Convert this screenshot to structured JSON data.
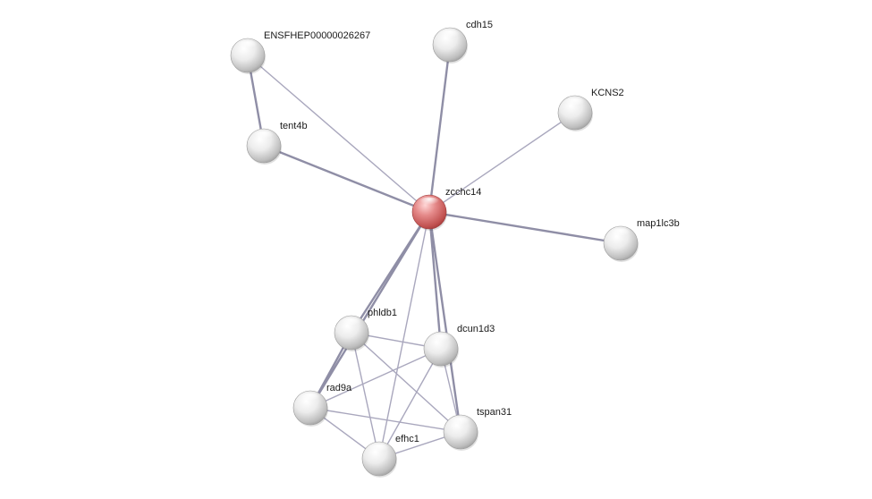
{
  "network": {
    "nodes": [
      {
        "id": "zcchc14",
        "label": "zcchc14",
        "query": true
      },
      {
        "id": "ENSFHEP00000026267",
        "label": "ENSFHEP00000026267"
      },
      {
        "id": "cdh15",
        "label": "cdh15"
      },
      {
        "id": "KCNS2",
        "label": "KCNS2"
      },
      {
        "id": "tent4b",
        "label": "tent4b"
      },
      {
        "id": "map1lc3b",
        "label": "map1lc3b"
      },
      {
        "id": "phldb1",
        "label": "phldb1"
      },
      {
        "id": "dcun1d3",
        "label": "dcun1d3"
      },
      {
        "id": "rad9a",
        "label": "rad9a"
      },
      {
        "id": "tspan31",
        "label": "tspan31"
      },
      {
        "id": "efhc1",
        "label": "efhc1"
      }
    ],
    "edges": [
      {
        "source": "ENSFHEP00000026267",
        "target": "tent4b",
        "strong": true
      },
      {
        "source": "ENSFHEP00000026267",
        "target": "zcchc14",
        "strong": false
      },
      {
        "source": "tent4b",
        "target": "zcchc14",
        "strong": true
      },
      {
        "source": "cdh15",
        "target": "zcchc14",
        "strong": true
      },
      {
        "source": "KCNS2",
        "target": "zcchc14",
        "strong": false
      },
      {
        "source": "map1lc3b",
        "target": "zcchc14",
        "strong": true
      },
      {
        "source": "zcchc14",
        "target": "phldb1",
        "strong": true
      },
      {
        "source": "zcchc14",
        "target": "rad9a",
        "strong": true
      },
      {
        "source": "zcchc14",
        "target": "dcun1d3",
        "strong": true
      },
      {
        "source": "zcchc14",
        "target": "tspan31",
        "strong": true
      },
      {
        "source": "zcchc14",
        "target": "efhc1",
        "strong": false
      },
      {
        "source": "phldb1",
        "target": "dcun1d3",
        "strong": false
      },
      {
        "source": "phldb1",
        "target": "rad9a",
        "strong": true
      },
      {
        "source": "phldb1",
        "target": "efhc1",
        "strong": false
      },
      {
        "source": "phldb1",
        "target": "tspan31",
        "strong": false
      },
      {
        "source": "dcun1d3",
        "target": "rad9a",
        "strong": false
      },
      {
        "source": "dcun1d3",
        "target": "efhc1",
        "strong": false
      },
      {
        "source": "dcun1d3",
        "target": "tspan31",
        "strong": false
      },
      {
        "source": "rad9a",
        "target": "tspan31",
        "strong": false
      },
      {
        "source": "rad9a",
        "target": "efhc1",
        "strong": false
      },
      {
        "source": "efhc1",
        "target": "tspan31",
        "strong": false
      }
    ]
  },
  "colors": {
    "query_node": "#d9534f",
    "neighbor_node": "#d8d8d8",
    "edge": "#a9a7bd"
  }
}
